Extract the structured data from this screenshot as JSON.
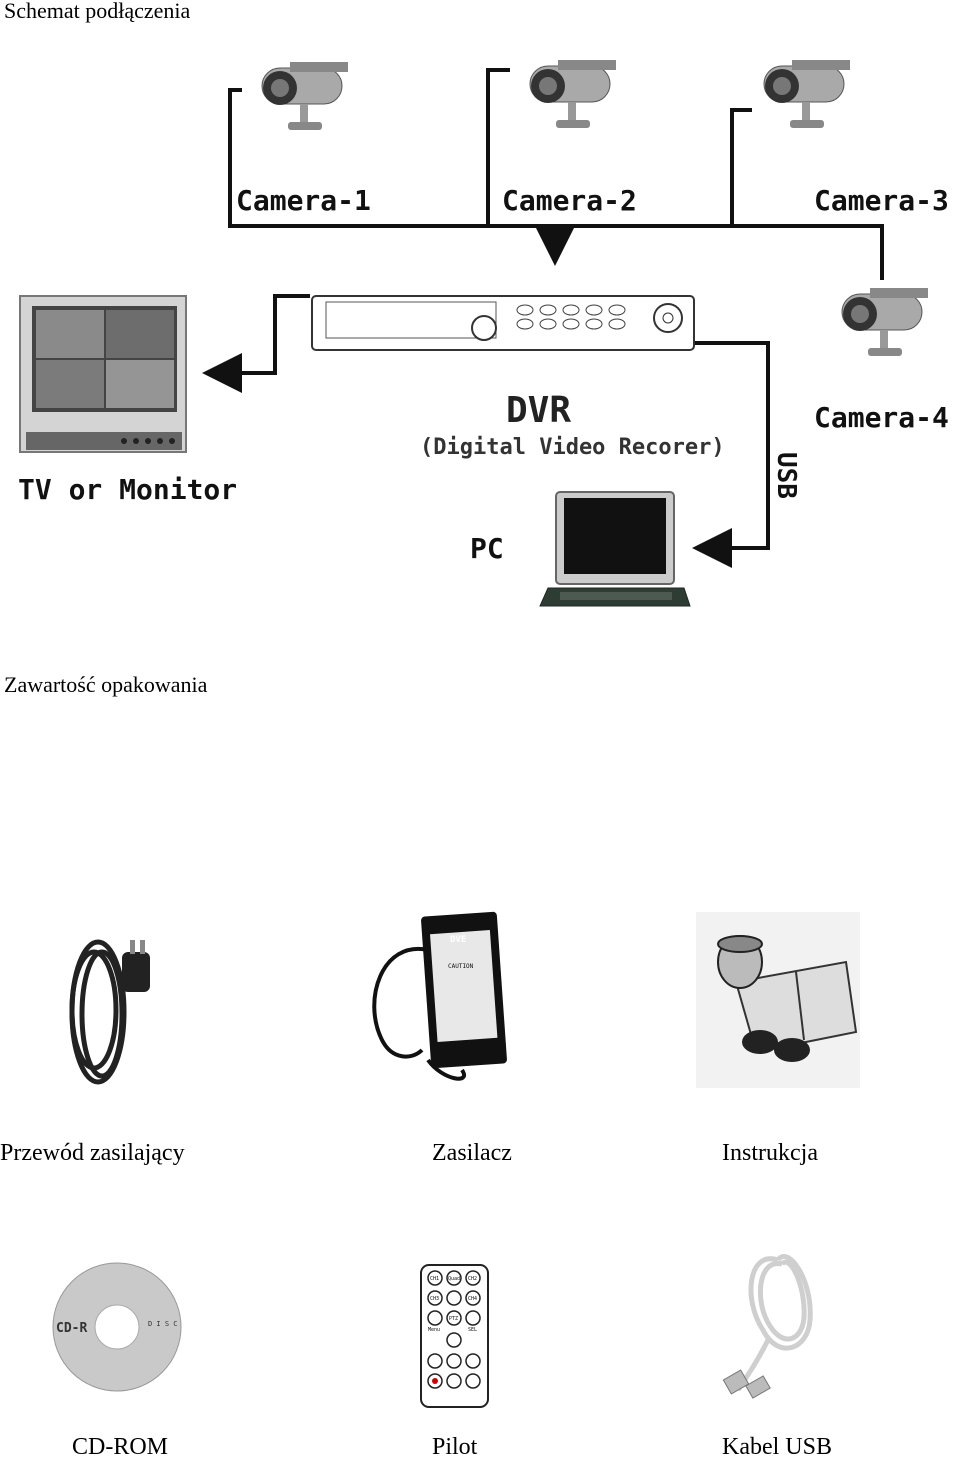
{
  "section1_title": "Schemat podłączenia",
  "diagram": {
    "camera1": "Camera-1",
    "camera2": "Camera-2",
    "camera3": "Camera-3",
    "camera4": "Camera-4",
    "monitor": "TV or Monitor",
    "dvr": "DVR",
    "dvr_sub": "(Digital Video Recorer)",
    "usb": "USB",
    "pc": "PC",
    "cd_label": "CD-R",
    "cd_brand": "D I S C"
  },
  "section2_title": "Zawartość opakowania",
  "items": [
    {
      "label": "Przewód zasilający",
      "icon": "power-cord-icon"
    },
    {
      "label": "Zasilacz",
      "icon": "power-adapter-icon"
    },
    {
      "label": "Instrukcja",
      "icon": "manual-icon"
    },
    {
      "label": "CD-ROM",
      "icon": "cd-rom-icon"
    },
    {
      "label": "Pilot",
      "icon": "remote-control-icon"
    },
    {
      "label": "Kabel USB",
      "icon": "usb-cable-icon"
    }
  ],
  "remote_buttons": [
    "CH1",
    "Quad",
    "CH2",
    "CH3",
    "CH4",
    "PTZ",
    "Menu",
    "SEL"
  ],
  "adapter_brand": "DVE",
  "adapter_caution": "CAUTION"
}
